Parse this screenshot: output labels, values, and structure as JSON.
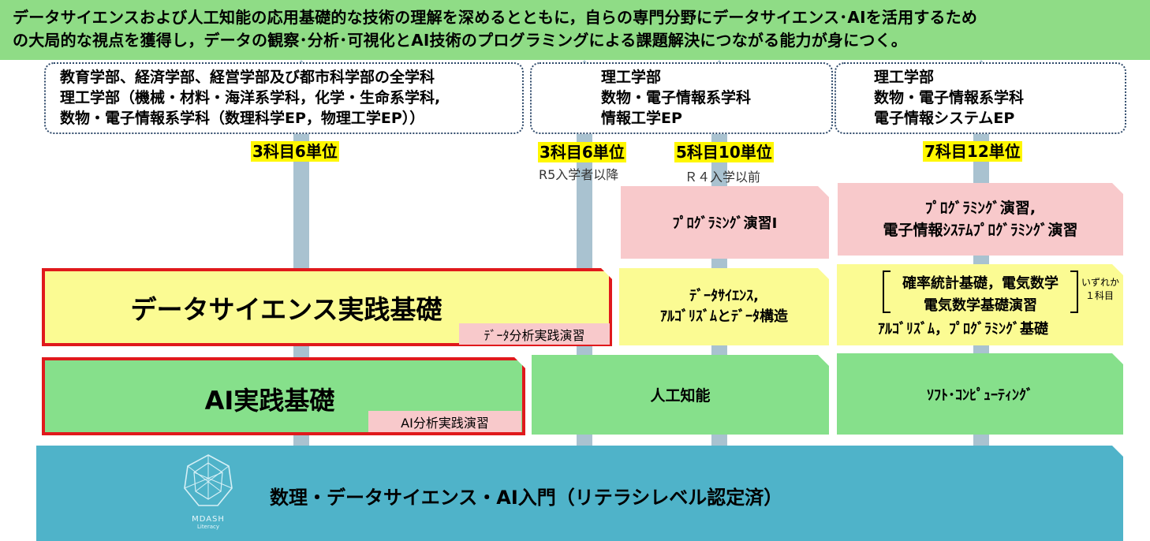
{
  "goal_text": {
    "line1": "データサイエンスおよび人工知能の応用基礎的な技術の理解を深めるとともに，自らの専門分野にデータサイエンス･AIを活用するため",
    "line2": "の大局的な視点を獲得し，データの観察･分析･可視化とAI技術のプログラミングによる課題解決につながる能力が身につく。"
  },
  "columns": {
    "left": {
      "departments": [
        "教育学部、経済学部、経営学部及び都市科学部の全学科",
        "理工学部（機械・材料・海洋系学科，化学・生命系学科,",
        "数物・電子情報系学科（数理科学EP，物理工学EP））"
      ],
      "credits": "3科目6単位"
    },
    "middle": {
      "departments": [
        "理工学部",
        "数物・電子情報系学科",
        "情報工学EP"
      ],
      "credits_a": "3科目6単位",
      "note_a": "R5入学者以降",
      "credits_b": "5科目10単位",
      "note_b": "Ｒ４入学以前",
      "programming": "ﾌﾟﾛｸﾞﾗﾐﾝｸﾞ演習Ⅰ",
      "ds_line1": "ﾃﾞｰﾀｻｲｴﾝｽ,",
      "ds_line2": "ｱﾙｺﾞﾘｽﾞﾑとﾃﾞｰﾀ構造",
      "ai": "人工知能"
    },
    "right": {
      "departments": [
        "理工学部",
        "数物・電子情報系学科",
        "電子情報システムEP"
      ],
      "credits": "7科目12単位",
      "programming_line1": "ﾌﾟﾛｸﾞﾗﾐﾝｸﾞ演習,",
      "programming_line2": "電子情報ｼｽﾃﾑﾌﾟﾛｸﾞﾗﾐﾝｸﾞ演習",
      "choice_line1": "確率統計基礎，電気数学",
      "choice_line2": "電気数学基礎演習",
      "choice_note1": "いずれか",
      "choice_note2": "１科目",
      "algo": "ｱﾙｺﾞﾘｽﾞﾑ，ﾌﾟﾛｸﾞﾗﾐﾝｸﾞ基礎",
      "soft": "ｿﾌﾄ･ｺﾝﾋﾟｭｰﾃｨﾝｸﾞ"
    }
  },
  "ds_practice": {
    "title": "データサイエンス実践基礎",
    "sub": "ﾃﾞｰﾀ分析実践演習"
  },
  "ai_practice": {
    "title": "AI実践基礎",
    "sub": "AI分析実践演習"
  },
  "base": {
    "title": "数理・データサイエンス・AI入門（リテラシレベル認定済）",
    "logo_text1": "MDASH",
    "logo_text2": "Literacy"
  },
  "colors": {
    "goal": "#8fdc86",
    "arrow": "#a9c2d0",
    "pink": "#f8c9cb",
    "yellow": "#fbfb93",
    "green": "#86e08b",
    "base": "#4fb3c9",
    "highlight_red": "#e0191c",
    "credit_bg": "#fff700"
  }
}
